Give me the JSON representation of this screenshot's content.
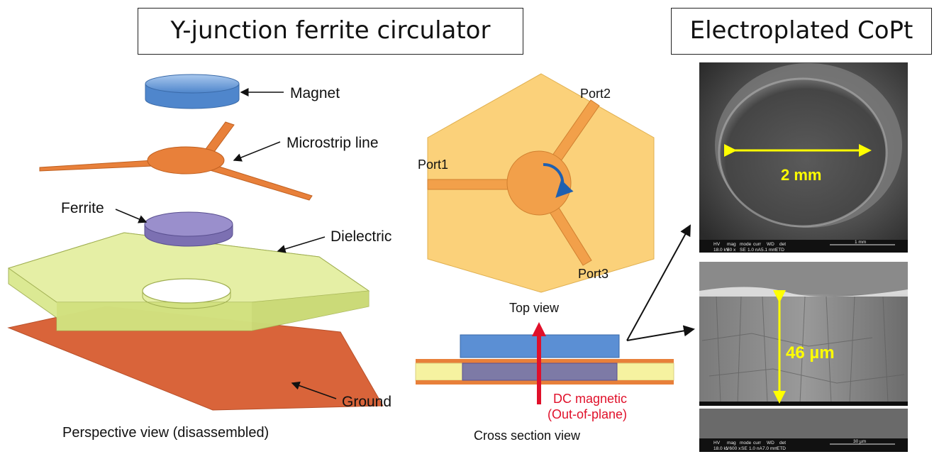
{
  "titles": {
    "left": "Y-junction ferrite circulator",
    "right": "Electroplated CoPt"
  },
  "perspective": {
    "magnet": "Magnet",
    "microstrip": "Microstrip line",
    "ferrite": "Ferrite",
    "dielectric": "Dielectric",
    "ground": "Ground",
    "caption": "Perspective view (disassembled)"
  },
  "topview": {
    "port1": "Port1",
    "port2": "Port2",
    "port3": "Port3",
    "caption": "Top view"
  },
  "crosssection": {
    "field_line1": "DC magnetic",
    "field_line2": "(Out-of-plane)",
    "caption": "Cross section view"
  },
  "sem": {
    "top": {
      "measurement": "2 mm",
      "databar": {
        "hv": "18.0 kV",
        "mag": "50 x",
        "mode": "SE",
        "curr": "1.0 nA",
        "wd": "5.1 mm",
        "det": "ETD",
        "scale": "1 mm"
      }
    },
    "bottom": {
      "measurement": "46 µm",
      "databar": {
        "hv": "18.0 kV",
        "mag": "1 600 x",
        "mode": "SE",
        "curr": "1.0 nA",
        "wd": "7.0 mm",
        "det": "ETD",
        "scale": "30 µm"
      }
    },
    "databar_headers": [
      "HV",
      "mag",
      "mode",
      "curr",
      "WD",
      "det"
    ]
  },
  "colors": {
    "magnet": "#5b8fd4",
    "microstrip": "#e8803a",
    "ferrite": "#8a7fc0",
    "dielectric": "#d8e88a",
    "ground": "#d9643a",
    "hexagon": "#fbd17a",
    "annotation": "#ffff00",
    "field_arrow": "#e0102a"
  }
}
